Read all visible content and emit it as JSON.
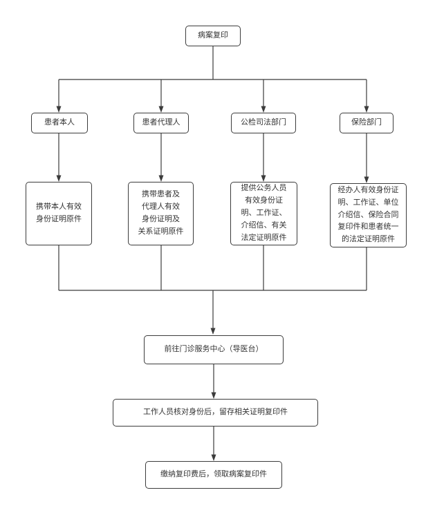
{
  "flowchart": {
    "root": {
      "label": "病案复印"
    },
    "branches": [
      {
        "label": "患者本人",
        "detail": "携带本人有效\n身份证明原件"
      },
      {
        "label": "患者代理人",
        "detail": "携带患者及\n代理人有效\n身份证明及\n关系证明原件"
      },
      {
        "label": "公检司法部门",
        "detail": "提供公务人员\n有效身份证\n明、工作证、\n介绍信、有关\n法定证明原件"
      },
      {
        "label": "保险部门",
        "detail": "经办人有效身份证\n明、工作证、单位\n介绍信、保险合同\n复印件和患者统一\n的法定证明原件"
      }
    ],
    "steps": [
      {
        "label": "前往门诊服务中心（导医台）"
      },
      {
        "label": "工作人员核对身份后，留存相关证明复印件"
      },
      {
        "label": "缴纳复印费后，领取病案复印件"
      }
    ],
    "colors": {
      "line": "#3b3b3b",
      "box_border": "#3b3b3b",
      "text": "#333333",
      "background": "#ffffff"
    }
  }
}
